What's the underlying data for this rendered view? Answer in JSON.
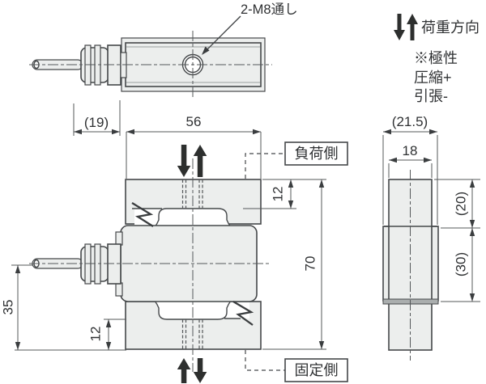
{
  "drawing": {
    "callout_thread": "2-M8通し",
    "legend": {
      "load_direction": "荷重方向",
      "polarity_note": "※極性",
      "compression_polarity": "圧縮+",
      "tension_polarity": "引張-"
    },
    "labels": {
      "load_side": "負荷側",
      "fixed_side": "固定側"
    },
    "dimensions": {
      "gland_length": "(19)",
      "body_width": "56",
      "top_thread_depth": "12",
      "overall_height": "70",
      "bottom_thread_depth": "12",
      "cable_centerline_height": "35",
      "side_overall_thickness": "(21.5)",
      "side_body_thickness": "18",
      "side_upper_section": "(20)",
      "side_middle_section": "(30)"
    },
    "colors": {
      "line": "#45484a",
      "body_fill": "#eceeed",
      "arrow": "#2d2f2e",
      "background": "#ffffff"
    }
  }
}
